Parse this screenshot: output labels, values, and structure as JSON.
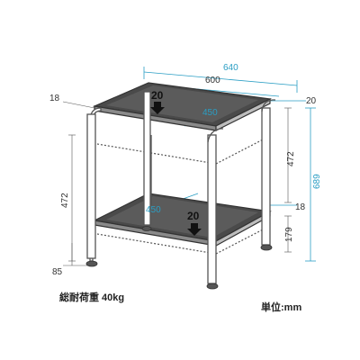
{
  "colors": {
    "dimension": "#2a9ec4",
    "frame": "#555555",
    "shelf": "#3a3a3a",
    "label": "#333333"
  },
  "dimensions": {
    "outer_width": "640",
    "inner_width": "600",
    "depth_top": "450",
    "depth_bottom": "450",
    "top_thickness": "20",
    "bottom_thickness": "20",
    "side_offset_left": "18",
    "side_offset_right": "20",
    "upper_height": "472",
    "total_height": "689",
    "lower_height_left": "472",
    "shelf_thickness": "18",
    "bottom_clearance": "179",
    "foot_height": "85"
  },
  "arrows": {
    "top_arrow": "down-arrow-icon",
    "bottom_arrow": "down-arrow-icon"
  },
  "notes": {
    "load_capacity": "総耐荷重 40kg",
    "unit": "単位:mm"
  }
}
